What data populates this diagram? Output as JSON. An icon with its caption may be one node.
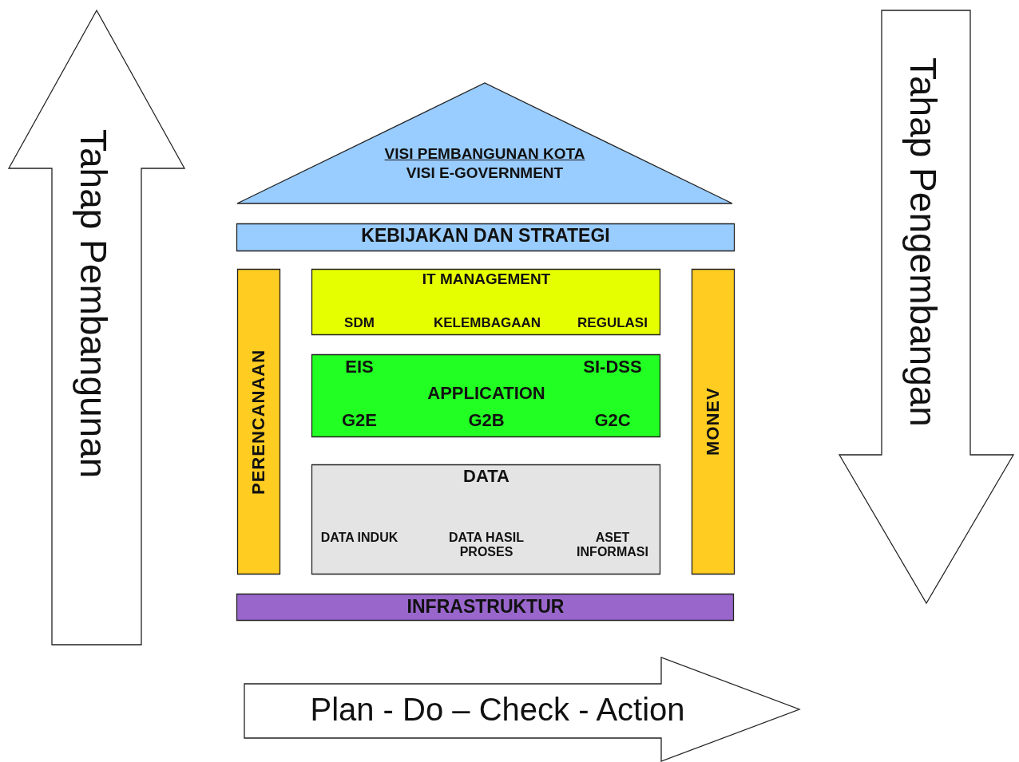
{
  "diagram": {
    "nodes": [
      {
        "text": [
          "VISI PEMBANGUNAN KOTA",
          "VISI E-GOVERNMENT"
        ]
      },
      {
        "text": [
          "KEBIJAKAN DAN STRATEGI"
        ]
      },
      {
        "text": [
          "PERENCANAAN"
        ]
      },
      {
        "text": [
          "IT MANAGEMENT",
          "SDM",
          "KELEMBAGAAN",
          "REGULASI"
        ]
      },
      {
        "text": [
          "EIS",
          "SI-DSS",
          "APPLICATION",
          "G2E",
          "G2B",
          "G2C"
        ]
      },
      {
        "text": [
          "DATA",
          "DATA INDUK",
          "DATA HASIL PROSES",
          "ASET INFORMASI"
        ]
      },
      {
        "text": [
          "MONEV"
        ]
      },
      {
        "text": [
          "INFRASTRUKTUR"
        ]
      },
      {
        "text": [
          "Tahap Pembangunan"
        ]
      },
      {
        "text": [
          "Tahap Pengembangan"
        ]
      },
      {
        "text": [
          "Plan - Do – Check - Action"
        ]
      }
    ]
  }
}
